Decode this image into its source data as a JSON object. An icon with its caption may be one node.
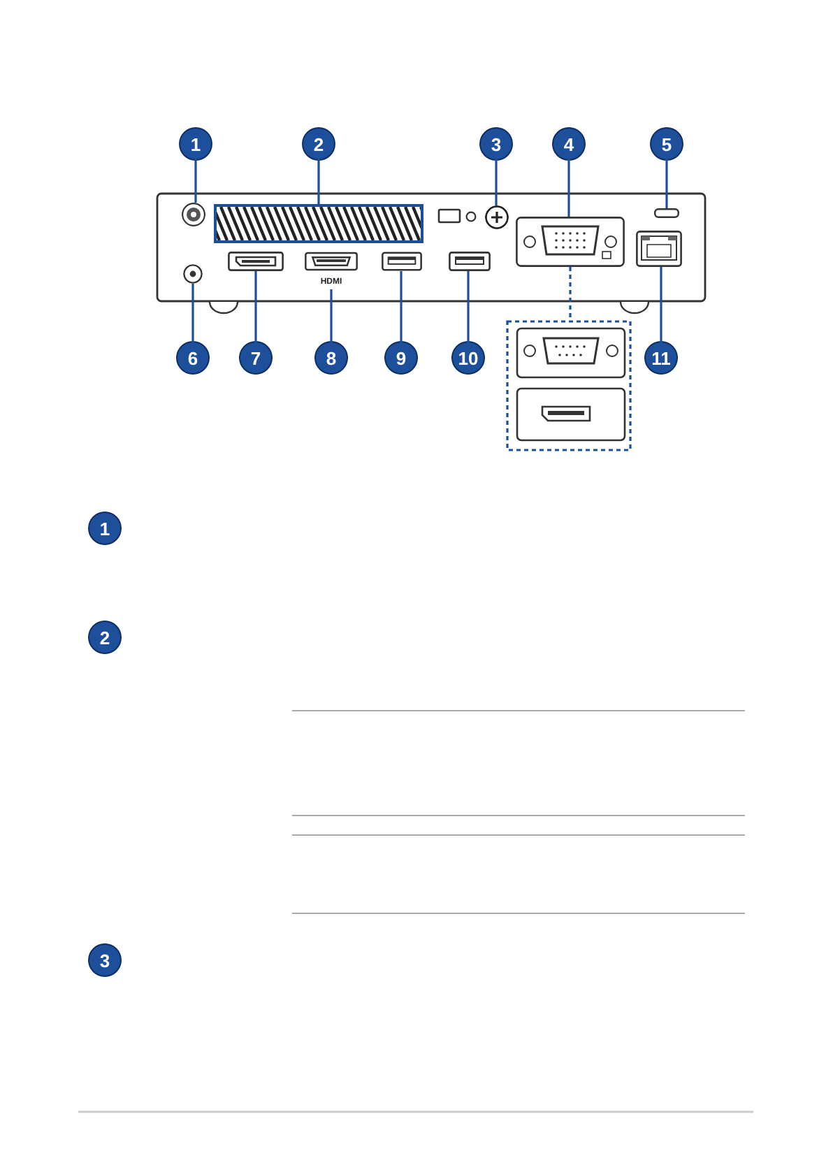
{
  "diagram": {
    "nodes": [
      {
        "text": [
          "1"
        ]
      },
      {
        "text": [
          "2"
        ]
      },
      {
        "text": [
          "3"
        ]
      },
      {
        "text": [
          "4"
        ]
      },
      {
        "text": [
          "5"
        ]
      },
      {
        "text": [],
        "shape": "circle"
      },
      {
        "text": [],
        "shape": "box"
      },
      {
        "text": [],
        "shape": "circle"
      },
      {
        "text": [],
        "shape": "box"
      },
      {
        "text": [],
        "shape": "box"
      },
      {
        "text": [],
        "shape": "circle"
      },
      {
        "text": [],
        "shape": "box"
      },
      {
        "text": [
          "HDMI"
        ]
      },
      {
        "text": [],
        "shape": "box"
      },
      {
        "text": [],
        "shape": "box"
      },
      {
        "text": [],
        "shape": "box"
      },
      {
        "text": [],
        "shape": "box"
      },
      {
        "text": [
          "6"
        ]
      },
      {
        "text": [
          "7"
        ]
      },
      {
        "text": [
          "8"
        ]
      },
      {
        "text": [
          "9"
        ]
      },
      {
        "text": [
          "10"
        ]
      },
      {
        "text": [
          "11"
        ]
      },
      {
        "text": [
          "1"
        ]
      },
      {
        "text": [
          "2"
        ]
      },
      {
        "text": [
          "3"
        ]
      }
    ],
    "edges": [
      {
        "from": 0,
        "to": 5,
        "arrow": "none"
      },
      {
        "from": 1,
        "to": 6,
        "arrow": "none"
      },
      {
        "from": 2,
        "to": 7,
        "arrow": "none"
      },
      {
        "from": 3,
        "to": 8,
        "arrow": "none"
      },
      {
        "from": 4,
        "to": 9,
        "arrow": "none"
      },
      {
        "from": 17,
        "to": 10,
        "arrow": "none"
      },
      {
        "from": 18,
        "to": 11,
        "arrow": "none"
      },
      {
        "from": 19,
        "to": 12,
        "arrow": "none"
      },
      {
        "from": 20,
        "to": 13,
        "arrow": "none"
      },
      {
        "from": 21,
        "to": 14,
        "arrow": "none"
      },
      {
        "from": 22,
        "to": 15,
        "arrow": "none"
      },
      {
        "from": 8,
        "to": 16,
        "arrow": "none",
        "style": "dashed"
      }
    ]
  }
}
